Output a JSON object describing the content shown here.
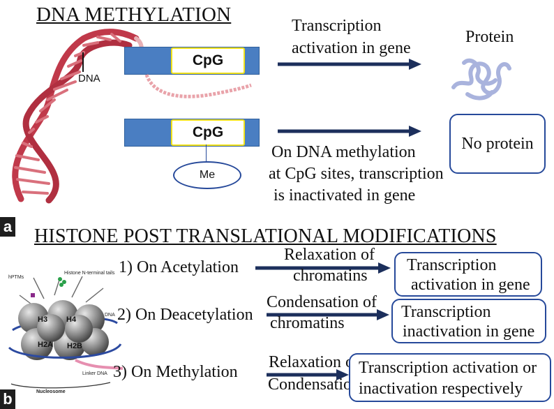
{
  "panel_a": {
    "title": "DNA METHYLATION",
    "letter": "a",
    "dna_label": "DNA",
    "cpg_1": "CpG",
    "cpg_2": "CpG",
    "me_label": "Me",
    "transcription_line1": "Transcription",
    "transcription_line2": "activation in gene",
    "protein_label": "Protein",
    "no_protein": "No protein",
    "methylation_line1": "On DNA methylation",
    "methylation_line2": "at CpG sites, transcription",
    "methylation_line3": "is  inactivated in gene"
  },
  "panel_b": {
    "title": "HISTONE POST TRANSLATIONAL MODIFICATIONS",
    "letter": "b",
    "rows": [
      {
        "label": "1) On Acetylation",
        "arrow_line1": "Relaxation of",
        "arrow_line2": "chromatins",
        "result_line1": "Transcription",
        "result_line2": "activation in gene"
      },
      {
        "label": "2) On Deacetylation",
        "arrow_line1": "Condensation of",
        "arrow_line2": "chromatins",
        "result_line1": "Transcription",
        "result_line2": "inactivation in gene"
      },
      {
        "label": "3) On Methylation",
        "arrow_line1": "Relaxation or",
        "arrow_line2": "Condensation",
        "result_line1": "Transcription activation or",
        "result_line2": "inactivation respectively"
      }
    ],
    "nucleosome": {
      "hptms": "hPTMs",
      "tails": "Histone N-terminal tails",
      "dna": "DNA",
      "linker": "Linker DNA",
      "caption": "Nucleosome",
      "histones": [
        "H3",
        "H4",
        "H2A",
        "H2B"
      ]
    }
  },
  "colors": {
    "gene_blue": "#4a7ec2",
    "cpg_border": "#f2e21a",
    "box_border": "#26499a",
    "arrow": "#1c2f5c",
    "dna_red": "#c0394a",
    "dna_pink": "#e9a3aa",
    "protein": "#a9b3dd"
  }
}
